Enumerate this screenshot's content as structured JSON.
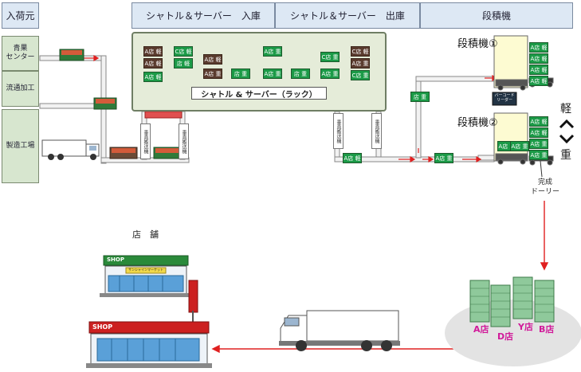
{
  "headers": {
    "source": "入荷元",
    "inbound": "シャトル＆サーバー　入庫",
    "outbound": "シャトル＆サーバー　出庫",
    "palletizer": "段積機"
  },
  "sources": {
    "vegetable_center": "青果\nセンター",
    "distribution": "流通加工",
    "factory": "製造工場"
  },
  "rack": {
    "label": "シャトル & サーバー（ラック）"
  },
  "lift_label": "垂直搬送機",
  "rack_tags": [
    {
      "store": "A店",
      "weight": "軽",
      "style": "d"
    },
    {
      "store": "A店",
      "weight": "軽",
      "style": "d"
    },
    {
      "store": "A店",
      "weight": "軽",
      "style": "g"
    },
    {
      "store": "C店",
      "weight": "軽",
      "style": "g"
    },
    {
      "store": "店",
      "weight": "軽",
      "style": "g"
    },
    {
      "store": "A店",
      "weight": "軽",
      "style": "d"
    },
    {
      "store": "A店",
      "weight": "重",
      "style": "d"
    },
    {
      "store": "店",
      "weight": "重",
      "style": "g"
    },
    {
      "store": "A店",
      "weight": "重",
      "style": "g"
    },
    {
      "store": "A店",
      "weight": "重",
      "style": "g"
    },
    {
      "store": "店",
      "weight": "重",
      "style": "d"
    },
    {
      "store": "店",
      "weight": "重",
      "style": "g"
    },
    {
      "store": "C店",
      "weight": "重",
      "style": "g"
    },
    {
      "store": "A店",
      "weight": "重",
      "style": "g"
    },
    {
      "store": "C店",
      "weight": "軽",
      "style": "d"
    },
    {
      "store": "A店",
      "weight": "重",
      "style": "d"
    },
    {
      "store": "C店",
      "weight": "重",
      "style": "g"
    }
  ],
  "line_tags": [
    {
      "store": "店",
      "weight": "重"
    },
    {
      "store": "A店",
      "weight": "軽"
    },
    {
      "store": "A店",
      "weight": "重"
    }
  ],
  "machines": {
    "m1": "段積機①",
    "m2": "段積機②"
  },
  "m1_tags": [
    {
      "store": "A店",
      "weight": "軽"
    },
    {
      "store": "A店",
      "weight": "軽"
    },
    {
      "store": "A店",
      "weight": "軽"
    },
    {
      "store": "A店",
      "weight": "軽"
    }
  ],
  "m2_tags": [
    {
      "store": "A店",
      "weight": "軽"
    },
    {
      "store": "A店",
      "weight": "軽"
    },
    {
      "store": "A店",
      "weight": "重"
    },
    {
      "store": "A店",
      "weight": "重"
    },
    {
      "store": "A店",
      "weight": "重"
    },
    {
      "store": "A店",
      "weight": "重"
    }
  ],
  "barcode_reader": "バーコード\nリーダー",
  "weight_scale": {
    "light": "軽",
    "heavy": "重"
  },
  "completed": "完成\nドーリー",
  "store_title": "店　舗",
  "shop_label": "SHOP",
  "shop_sign": "サンシャインマーケット",
  "stores": [
    "A店",
    "D店",
    "Y店",
    "B店"
  ],
  "colors": {
    "arrow": "#e02020",
    "tag_green": "#1b9a47",
    "tag_dark": "#5a3b2e",
    "store_text": "#d11a9a"
  }
}
